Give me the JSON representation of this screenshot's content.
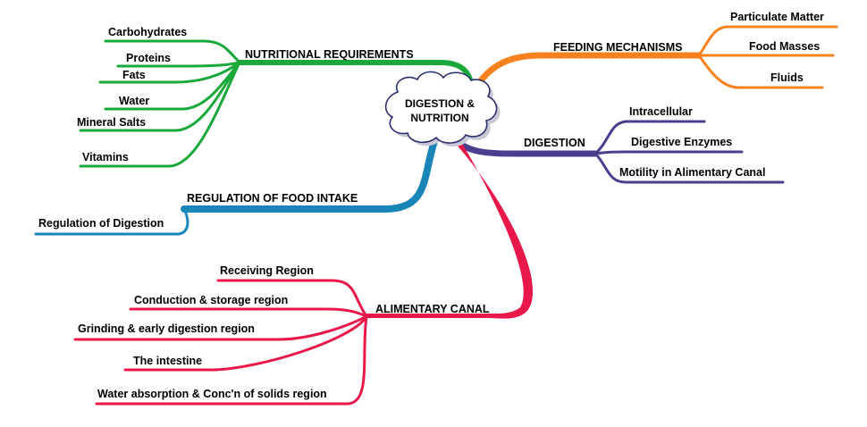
{
  "center": {
    "line1": "DIGESTION &",
    "line2": "NUTRITION"
  },
  "colors": {
    "nutritional": "#1aa83a",
    "feeding": "#f5821f",
    "digestion": "#4a3f8f",
    "regulation": "#1a86b8",
    "alimentary": "#e8194a"
  },
  "branches": {
    "nutritional": {
      "label": "NUTRITIONAL REQUIREMENTS",
      "children": [
        "Carbohydrates",
        "Proteins",
        "Fats",
        "Water",
        "Mineral Salts",
        "Vitamins"
      ]
    },
    "feeding": {
      "label": "FEEDING MECHANISMS",
      "children": [
        "Particulate Matter",
        "Food Masses",
        "Fluids"
      ]
    },
    "digestion": {
      "label": "DIGESTION",
      "children": [
        "Intracellular",
        "Digestive Enzymes",
        "Motility in Alimentary Canal"
      ]
    },
    "regulation": {
      "label": "REGULATION OF FOOD INTAKE",
      "children": [
        "Regulation of Digestion"
      ]
    },
    "alimentary": {
      "label": "ALIMENTARY CANAL",
      "children": [
        "Receiving Region",
        "Conduction & storage region",
        "Grinding & early digestion region",
        "The intestine",
        "Water absorption & Conc'n of solids region"
      ]
    }
  }
}
